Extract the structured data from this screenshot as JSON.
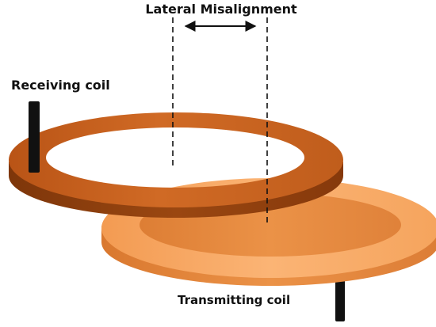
{
  "labels": {
    "misalignment": "Lateral Misalignment",
    "receiving": "Receiving coil",
    "transmitting": "Transmitting coil"
  },
  "colors": {
    "receiving_top": "#c8621e",
    "receiving_side": "#8f3f0c",
    "transmitting_top": "#f6a660",
    "transmitting_side": "#e0843e",
    "lead": "#111111"
  }
}
